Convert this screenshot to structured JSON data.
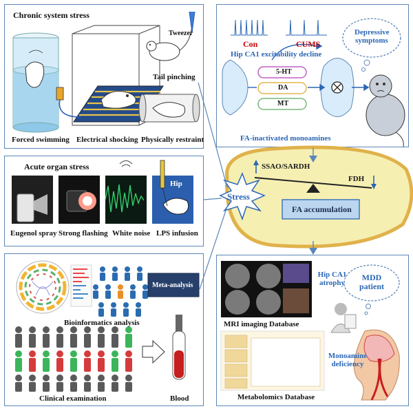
{
  "chronic": {
    "title": "Chronic system stress",
    "tweezer": "Tweezer",
    "tail_pinching": "Tail pinching",
    "forced_swimming": "Forced swimming",
    "electrical_shocking": "Electrical  shocking",
    "physical_restraint": "Physically restraint"
  },
  "acute": {
    "title": "Acute  organ stress",
    "hip": "Hip",
    "eugenol": "Eugenol spray",
    "flashing": "Strong flashing",
    "noise": "White noise",
    "lps": "LPS infusion"
  },
  "human": {
    "meta": "Meta-analysis",
    "bioinfo": "Bioinformatics analysis",
    "clinical": "Clinical examination",
    "blood": "Blood"
  },
  "hippo": {
    "con": "Con",
    "cums": "CUMS",
    "excitability": "Hip CA1 excitability decline",
    "depressive": "Depressive symptoms",
    "ht5": "5-HT",
    "da": "DA",
    "mt": "MT",
    "fa_inactivated": "FA-inactivated monoamines"
  },
  "center": {
    "stress": "Stress",
    "ssao": "SSAO/SARDH",
    "fdh": "FDH",
    "fa_accum": "FA accumulation"
  },
  "mdd": {
    "atrophy": "Hip CA1 atrophy",
    "patient": "MDD patient",
    "mri": "MRI imaging Database",
    "deficiency": "Monoamine deficiency",
    "metabolomics": "Metabolomics Database"
  },
  "colors": {
    "border": "#5b86b7",
    "blue_text": "#2a66b5",
    "accent_red": "#c00000",
    "cell_yellow": "#f6efb2",
    "cell_border": "#e0b24a"
  }
}
